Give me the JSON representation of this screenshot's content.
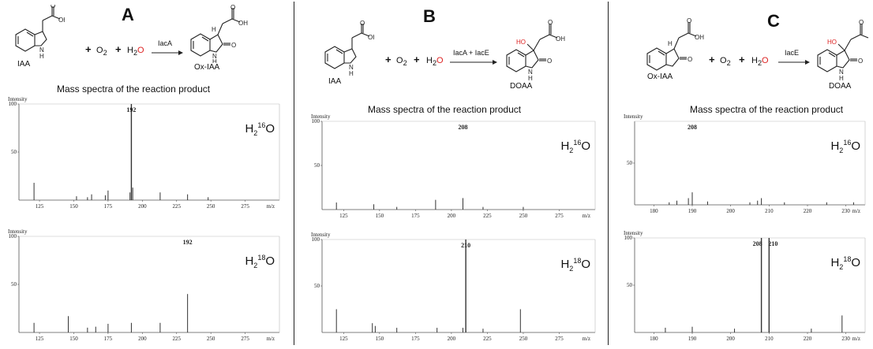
{
  "panels": [
    {
      "letter": "A",
      "scheme": {
        "substrate": "IAA",
        "plus1": "+",
        "o2": "O",
        "o2sub": "2",
        "plus2": "+",
        "h2o": "H",
        "h2osub": "2",
        "h2oo": "O",
        "enzyme": "IacA",
        "product": "Ox-IAA"
      },
      "ms_title": "Mass spectra of the reaction product"
    },
    {
      "letter": "B",
      "scheme": {
        "substrate": "IAA",
        "plus1": "+",
        "o2": "O",
        "o2sub": "2",
        "plus2": "+",
        "h2o": "H",
        "h2osub": "2",
        "h2oo": "O",
        "enzyme": "IacA + IacE",
        "product": "DOAA"
      },
      "ms_title": "Mass spectra of the reaction product"
    },
    {
      "letter": "C",
      "scheme": {
        "substrate": "Ox-IAA",
        "plus1": "+",
        "o2": "O",
        "o2sub": "2",
        "plus2": "+",
        "h2o": "H",
        "h2osub": "2",
        "h2oo": "O",
        "enzyme": "IacE",
        "product": "DOAA"
      },
      "ms_title": "Mass spectra of the reaction product"
    }
  ],
  "chart_data": [
    {
      "type": "bar",
      "panel": "A",
      "isotope_label": {
        "H": "H",
        "sub": "2",
        "sup": "16",
        "O": "O"
      },
      "ylabel": "Intensity",
      "xlabel": "m/z",
      "xlim": [
        110,
        300
      ],
      "ylim": [
        0,
        100
      ],
      "yticks": [
        "100",
        "50"
      ],
      "xticks": [
        "125",
        "150",
        "175",
        "200",
        "225",
        "250",
        "275"
      ],
      "peak_label": "192",
      "x": [
        121,
        152,
        160,
        163,
        173,
        175,
        191,
        192,
        193,
        213,
        233,
        248
      ],
      "y": [
        18,
        4,
        3,
        6,
        5,
        10,
        8,
        100,
        13,
        8,
        6,
        3
      ]
    },
    {
      "type": "bar",
      "panel": "A",
      "isotope_label": {
        "H": "H",
        "sub": "2",
        "sup": "18",
        "O": "O"
      },
      "ylabel": "Intensity",
      "xlabel": "m/z",
      "xlim": [
        110,
        300
      ],
      "ylim": [
        0,
        100
      ],
      "yticks": [
        "100",
        "50"
      ],
      "xticks": [
        "125",
        "150",
        "175",
        "200",
        "225",
        "250",
        "275"
      ],
      "peak_label": "192",
      "x": [
        121,
        146,
        160,
        166,
        175,
        192,
        213,
        233
      ],
      "y": [
        10,
        17,
        5,
        6,
        9,
        10,
        10,
        40
      ]
    },
    {
      "type": "bar",
      "panel": "B",
      "isotope_label": {
        "H": "H",
        "sub": "2",
        "sup": "16",
        "O": "O"
      },
      "ylabel": "Intensity",
      "xlabel": "m/z",
      "xlim": [
        110,
        300
      ],
      "ylim": [
        0,
        100
      ],
      "yticks": [
        "100",
        "50"
      ],
      "xticks": [
        "125",
        "150",
        "175",
        "200",
        "225",
        "250",
        "275"
      ],
      "peak_label": "208",
      "x": [
        120,
        146,
        162,
        189,
        208,
        222,
        250
      ],
      "y": [
        8,
        6,
        3,
        11,
        13,
        3,
        3
      ]
    },
    {
      "type": "bar",
      "panel": "B",
      "isotope_label": {
        "H": "H",
        "sub": "2",
        "sup": "18",
        "O": "O"
      },
      "ylabel": "Intensity",
      "xlabel": "m/z",
      "xlim": [
        110,
        300
      ],
      "ylim": [
        0,
        100
      ],
      "yticks": [
        "100",
        "50"
      ],
      "xticks": [
        "125",
        "150",
        "175",
        "200",
        "225",
        "250",
        "275"
      ],
      "peak_label": "210",
      "x": [
        120,
        145,
        147,
        162,
        190,
        208,
        210,
        222,
        248
      ],
      "y": [
        25,
        10,
        7,
        5,
        5,
        5,
        100,
        4,
        25
      ]
    },
    {
      "type": "bar",
      "panel": "C",
      "isotope_label": {
        "H": "H",
        "sub": "2",
        "sup": "16",
        "O": "O"
      },
      "ylabel": "Intensity",
      "xlabel": "m/z",
      "xlim": [
        175,
        235
      ],
      "ylim": [
        0,
        100
      ],
      "yticks": [
        "50"
      ],
      "xticks": [
        "180",
        "190",
        "200",
        "210",
        "220",
        "230"
      ],
      "peak_label": "208",
      "x": [
        184,
        186,
        189,
        190,
        194,
        205,
        207,
        208,
        214,
        225,
        232
      ],
      "y": [
        3,
        5,
        8,
        15,
        4,
        3,
        5,
        8,
        3,
        3,
        3
      ]
    },
    {
      "type": "bar",
      "panel": "C",
      "isotope_label": {
        "H": "H",
        "sub": "2",
        "sup": "18",
        "O": "O"
      },
      "ylabel": "Intensity",
      "xlabel": "m/z",
      "xlim": [
        175,
        235
      ],
      "ylim": [
        0,
        100
      ],
      "yticks": [
        "100",
        "50"
      ],
      "xticks": [
        "180",
        "190",
        "200",
        "210",
        "220",
        "230"
      ],
      "peak_labels": [
        "208",
        "210"
      ],
      "x": [
        183,
        190,
        201,
        208,
        210,
        221,
        229
      ],
      "y": [
        5,
        6,
        4,
        100,
        100,
        4,
        18
      ]
    }
  ]
}
